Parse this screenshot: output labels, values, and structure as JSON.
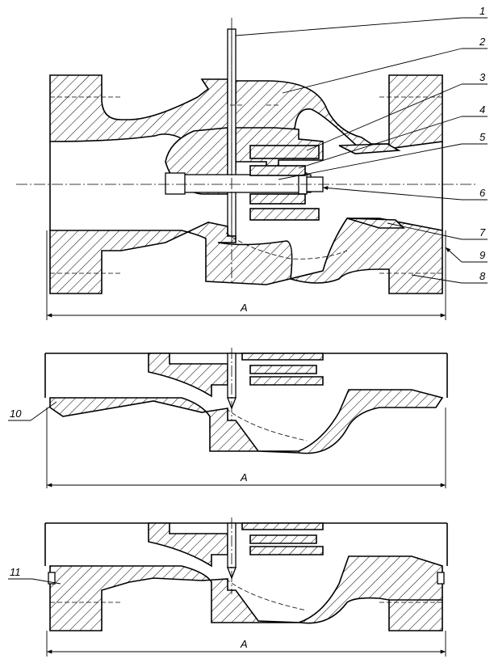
{
  "callouts": [
    {
      "id": "1",
      "text": "1"
    },
    {
      "id": "2",
      "text": "2"
    },
    {
      "id": "3",
      "text": "3"
    },
    {
      "id": "4",
      "text": "4"
    },
    {
      "id": "5",
      "text": "5"
    },
    {
      "id": "6",
      "text": "6"
    },
    {
      "id": "7",
      "text": "7"
    },
    {
      "id": "8",
      "text": "8"
    },
    {
      "id": "9",
      "text": "9"
    },
    {
      "id": "10",
      "text": "10"
    },
    {
      "id": "11",
      "text": "11"
    }
  ],
  "dimensions": {
    "top": "A",
    "middle": "A",
    "bottom": "A"
  }
}
